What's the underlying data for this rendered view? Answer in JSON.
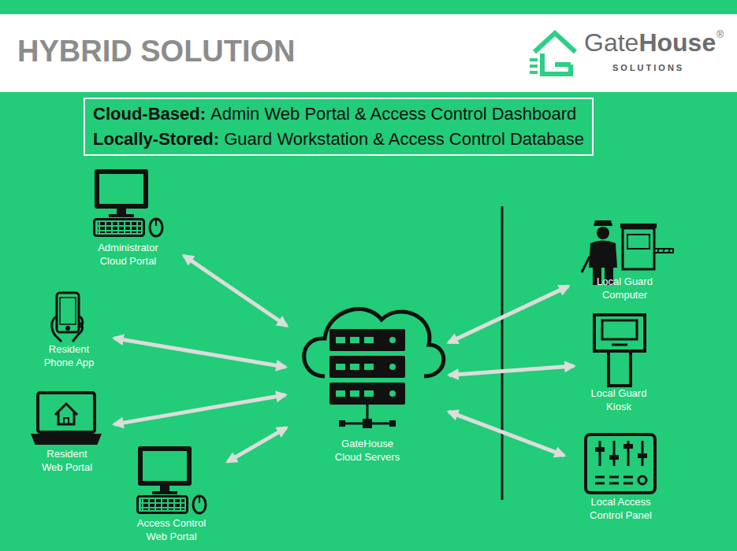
{
  "diagram": {
    "title": "HYBRID SOLUTION",
    "nodes": [
      {
        "text": [
          "Cloud-Based:",
          "Admin Web Portal & Access Control Dashboard",
          "Locally-Stored:",
          "Guard Workstation & Access Control Database"
        ]
      },
      {
        "text": [
          "Administrator Cloud Portal"
        ]
      },
      {
        "text": [
          "Resident Phone App"
        ]
      },
      {
        "text": [
          "Resident Web Portal"
        ]
      },
      {
        "text": [
          "Access Control Web Portal"
        ]
      },
      {
        "text": [
          "GateHouse Cloud Servers"
        ]
      },
      {
        "text": [
          "Local Guard Computer"
        ]
      },
      {
        "text": [
          "Local Guard Kiosk"
        ]
      },
      {
        "text": [
          "Local Access Control Panel"
        ]
      }
    ],
    "edges": [
      {
        "from": 1,
        "to": 5,
        "arrow": "both"
      },
      {
        "from": 2,
        "to": 5,
        "arrow": "both"
      },
      {
        "from": 3,
        "to": 5,
        "arrow": "both"
      },
      {
        "from": 4,
        "to": 5,
        "arrow": "both"
      },
      {
        "from": 6,
        "to": 5,
        "arrow": "both"
      },
      {
        "from": 7,
        "to": 5,
        "arrow": "both"
      },
      {
        "from": 8,
        "to": 5,
        "arrow": "both"
      }
    ],
    "labels": [
      "Gate",
      "House",
      "®",
      "SOLUTIONS"
    ]
  }
}
